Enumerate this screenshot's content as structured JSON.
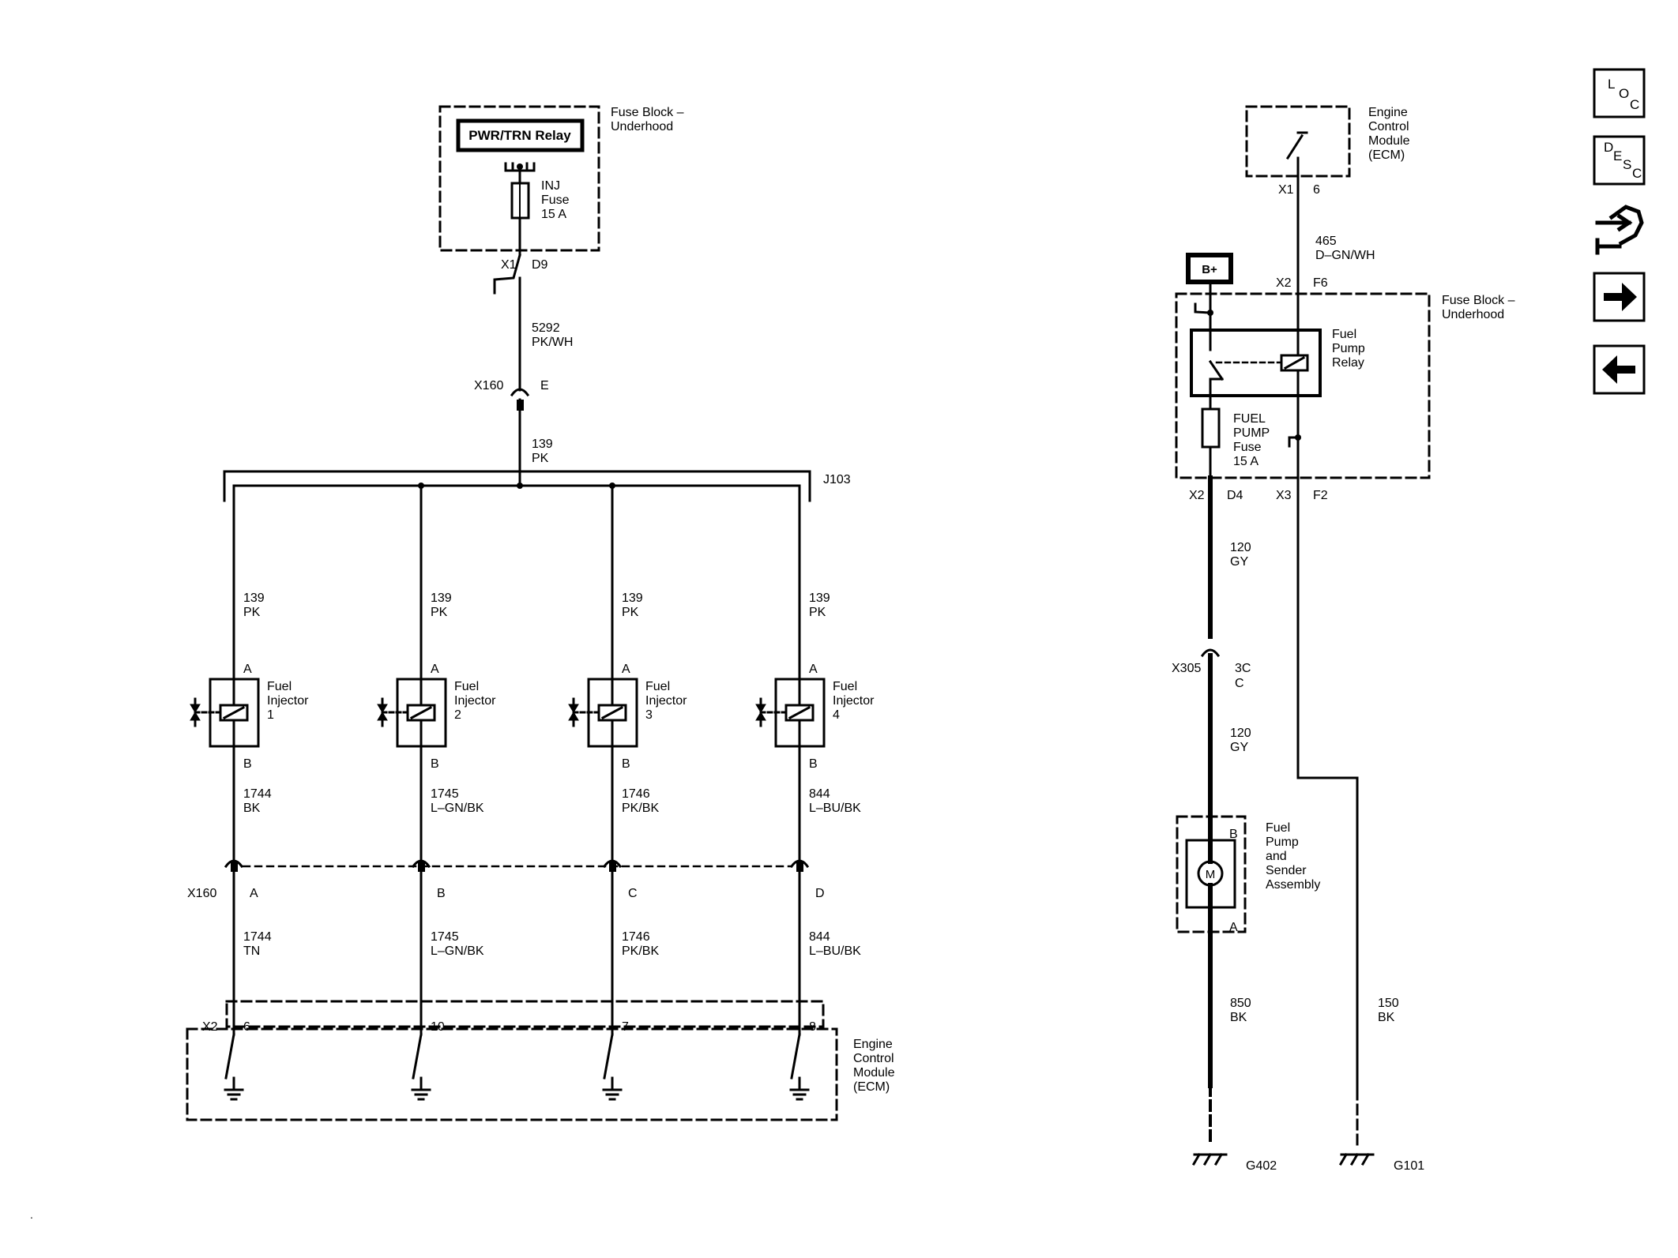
{
  "injector_circuit": {
    "fuse_block": {
      "title": [
        "Fuse Block –",
        "Underhood"
      ],
      "relay": "PWR/TRN Relay",
      "fuse": [
        "INJ",
        "Fuse",
        "15 A"
      ],
      "conn": "X1",
      "pin": "D9"
    },
    "feed_wire": [
      "5292",
      "PK/WH"
    ],
    "x160_top": {
      "conn": "X160",
      "pin": "E"
    },
    "bus_wire": [
      "139",
      "PK"
    ],
    "splice": "J103",
    "injectors": [
      {
        "wire_top": [
          "139",
          "PK"
        ],
        "pin_a": "A",
        "pin_b": "B",
        "name": [
          "Fuel",
          "Injector",
          "1"
        ],
        "wire_mid": [
          "1744",
          "BK"
        ],
        "x160_pin": "A",
        "wire_bot": [
          "1744",
          "TN"
        ],
        "ecm_pin": "6"
      },
      {
        "wire_top": [
          "139",
          "PK"
        ],
        "pin_a": "A",
        "pin_b": "B",
        "name": [
          "Fuel",
          "Injector",
          "2"
        ],
        "wire_mid": [
          "1745",
          "L–GN/BK"
        ],
        "x160_pin": "B",
        "wire_bot": [
          "1745",
          "L–GN/BK"
        ],
        "ecm_pin": "10"
      },
      {
        "wire_top": [
          "139",
          "PK"
        ],
        "pin_a": "A",
        "pin_b": "B",
        "name": [
          "Fuel",
          "Injector",
          "3"
        ],
        "wire_mid": [
          "1746",
          "PK/BK"
        ],
        "x160_pin": "C",
        "wire_bot": [
          "1746",
          "PK/BK"
        ],
        "ecm_pin": "7"
      },
      {
        "wire_top": [
          "139",
          "PK"
        ],
        "pin_a": "A",
        "pin_b": "B",
        "name": [
          "Fuel",
          "Injector",
          "4"
        ],
        "wire_mid": [
          "844",
          "L–BU/BK"
        ],
        "x160_pin": "D",
        "wire_bot": [
          "844",
          "L–BU/BK"
        ],
        "ecm_pin": "8"
      }
    ],
    "x160_bottom": "X160",
    "ecm_conn": "X2",
    "ecm": [
      "Engine",
      "Control",
      "Module",
      "(ECM)"
    ]
  },
  "pump_circuit": {
    "ecm": [
      "Engine",
      "Control",
      "Module",
      "(ECM)"
    ],
    "ecm_conn": "X1",
    "ecm_pin": "6",
    "ctrl_wire": [
      "465",
      "D–GN/WH"
    ],
    "battery": "B+",
    "x2f6": {
      "conn": "X2",
      "pin": "F6"
    },
    "fuse_block": [
      "Fuse Block –",
      "Underhood"
    ],
    "relay": [
      "Fuel",
      "Pump",
      "Relay"
    ],
    "fuse": [
      "FUEL",
      "PUMP",
      "Fuse",
      "15 A"
    ],
    "out_left": {
      "conn": "X2",
      "pin": "D4"
    },
    "out_right": {
      "conn": "X3",
      "pin": "F2"
    },
    "wire_a": [
      "120",
      "GY"
    ],
    "x305": {
      "conn": "X305",
      "pins": [
        "3C",
        "C"
      ]
    },
    "wire_b": [
      "120",
      "GY"
    ],
    "pump": {
      "pin_b": "B",
      "pin_a": "A",
      "motor": "M",
      "name": [
        "Fuel",
        "Pump",
        "and",
        "Sender",
        "Assembly"
      ]
    },
    "gnd_wire_left": [
      "850",
      "BK"
    ],
    "gnd_wire_right": [
      "150",
      "BK"
    ],
    "ground_left": "G402",
    "ground_right": "G101"
  },
  "nav": {
    "loc": [
      "L",
      "O",
      "C"
    ],
    "desc": [
      "D",
      "E",
      "S",
      "C"
    ],
    "icons": [
      "connector-icon",
      "next-arrow-icon",
      "previous-arrow-icon"
    ]
  },
  "stray_mark": "."
}
